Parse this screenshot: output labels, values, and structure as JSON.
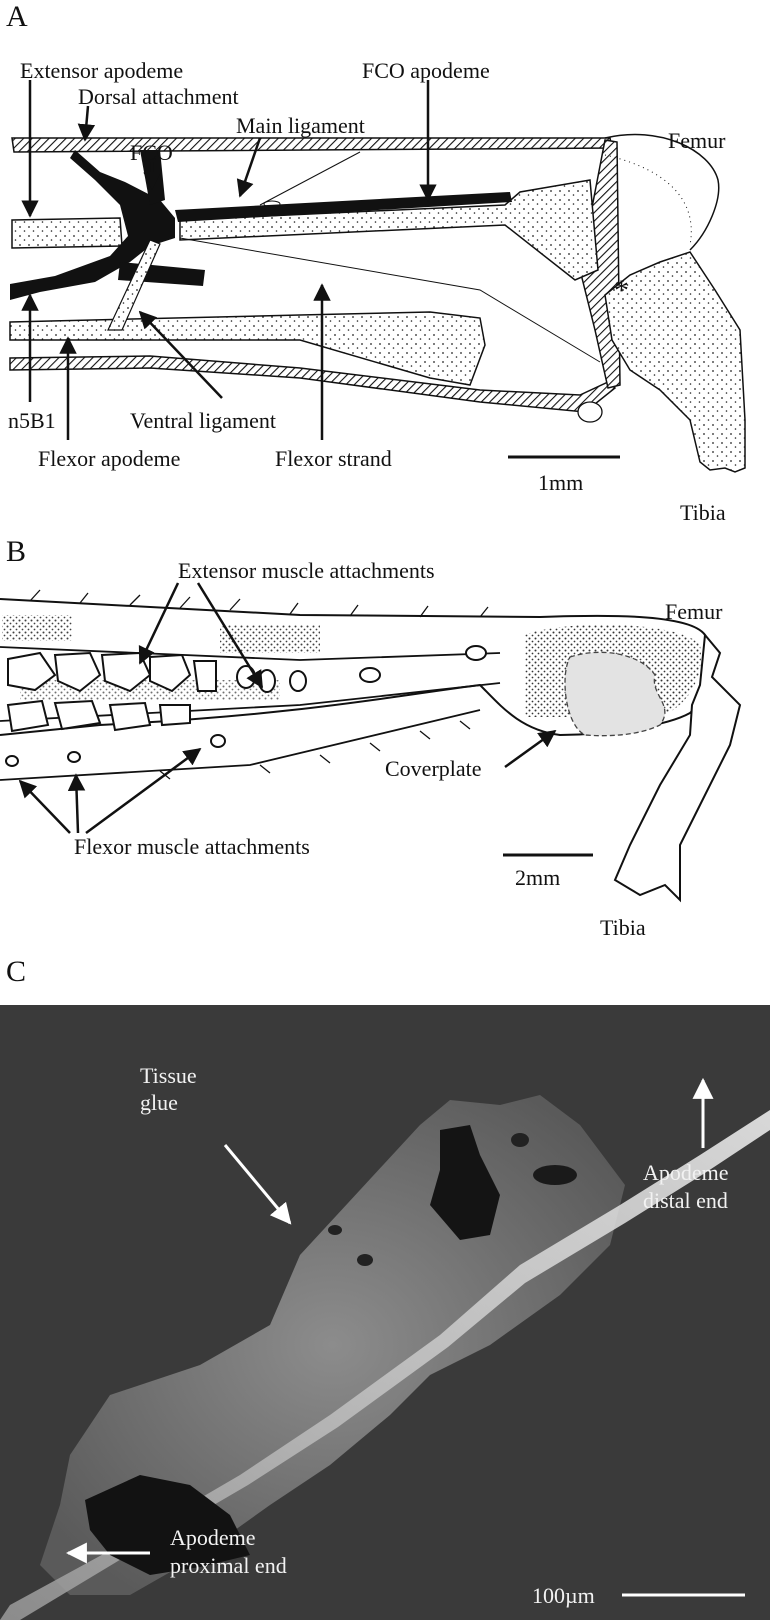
{
  "panels": {
    "a": {
      "label": "A",
      "labels": {
        "extensor_apodeme": "Extensor apodeme",
        "dorsal_attachment": "Dorsal attachment",
        "fco": "FCO",
        "main_ligament": "Main ligament",
        "fco_apodeme": "FCO apodeme",
        "femur": "Femur",
        "n5b1": "n5B1",
        "ventral_ligament": "Ventral ligament",
        "flexor_apodeme": "Flexor apodeme",
        "flexor_strand": "Flexor strand",
        "asterisk": "*",
        "tibia": "Tibia"
      },
      "scale_bar": "1mm"
    },
    "b": {
      "label": "B",
      "labels": {
        "extensor_muscle_attachments": "Extensor muscle attachments",
        "femur": "Femur",
        "coverplate": "Coverplate",
        "flexor_muscle_attachments": "Flexor muscle attachments",
        "tibia": "Tibia"
      },
      "scale_bar": "2mm"
    },
    "c": {
      "label": "C",
      "labels": {
        "tissue_glue_1": "Tissue",
        "tissue_glue_2": "glue",
        "distal_1": "Apodeme",
        "distal_2": "distal end",
        "proximal_1": "Apodeme",
        "proximal_2": "proximal end"
      },
      "scale_bar": "100µm"
    }
  }
}
